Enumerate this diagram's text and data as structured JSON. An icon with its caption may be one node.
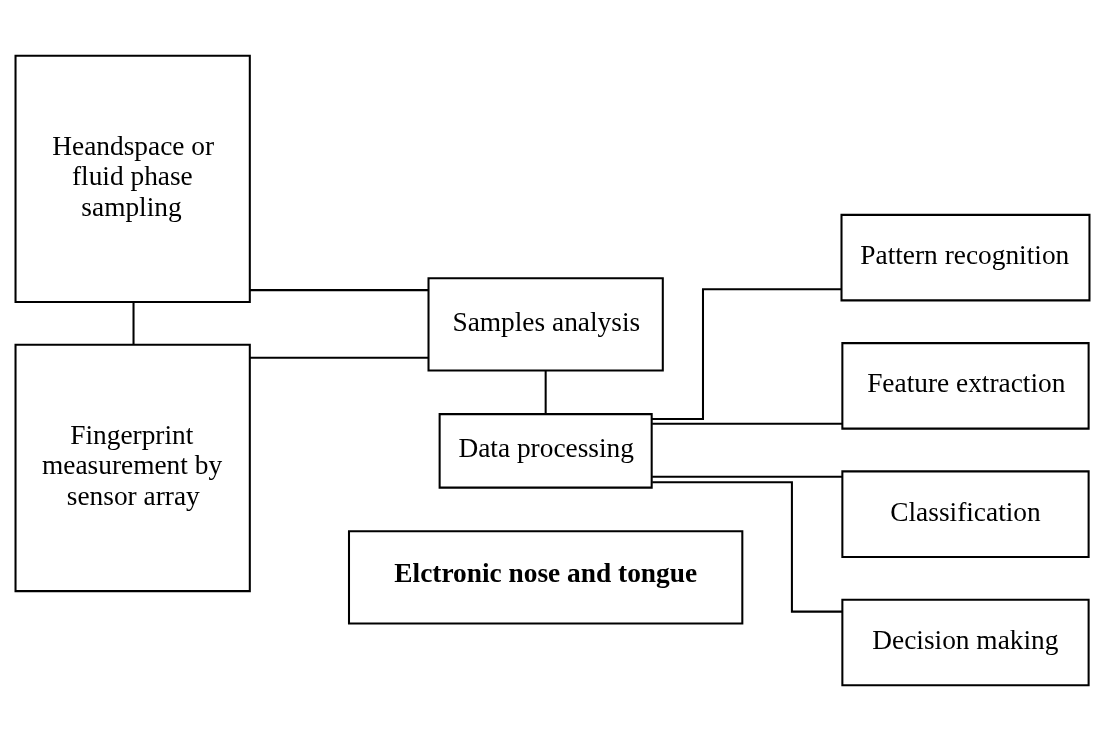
{
  "diagram": {
    "nodes": [
      {
        "text": [
          "Elctronic nose and tongue"
        ]
      },
      {
        "text": [
          "Heandspace or fluid phase sampling"
        ]
      },
      {
        "text": [
          "Fingerprint measurement by sensor array"
        ]
      },
      {
        "text": [
          "Samples analysis"
        ]
      },
      {
        "text": [
          "Data processing"
        ]
      },
      {
        "text": [
          "Pattern recognition"
        ]
      },
      {
        "text": [
          "Feature extraction"
        ]
      },
      {
        "text": [
          "Classification"
        ]
      },
      {
        "text": [
          "Decision making"
        ]
      }
    ],
    "edges": [
      {
        "from": 1,
        "to": 2,
        "arrow": "none"
      },
      {
        "from": 1,
        "to": 3,
        "arrow": "none"
      },
      {
        "from": 2,
        "to": 3,
        "arrow": "none"
      },
      {
        "from": 3,
        "to": 4,
        "arrow": "none"
      },
      {
        "from": 4,
        "to": 5,
        "arrow": "none"
      },
      {
        "from": 4,
        "to": 6,
        "arrow": "none"
      },
      {
        "from": 4,
        "to": 7,
        "arrow": "none"
      },
      {
        "from": 4,
        "to": 8,
        "arrow": "none"
      }
    ]
  }
}
